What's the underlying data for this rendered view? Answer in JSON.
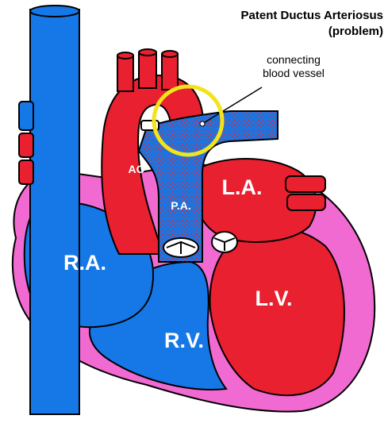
{
  "title": {
    "line1": "Patent Ductus Arteriosus",
    "line2": "(problem)"
  },
  "annotation": {
    "line1": "connecting",
    "line2": "blood vessel"
  },
  "labels": {
    "ra": "R.A.",
    "rv": "R.V.",
    "la": "L.A.",
    "lv": "L.V.",
    "ao": "AO",
    "pa": "P.A."
  },
  "colors": {
    "oxygenated": "#e8202f",
    "deoxygenated": "#1578e6",
    "mixed": "#8a55d8",
    "myocardium": "#f06ad2",
    "highlight_circle": "#f3e31a",
    "outline": "#000000"
  }
}
